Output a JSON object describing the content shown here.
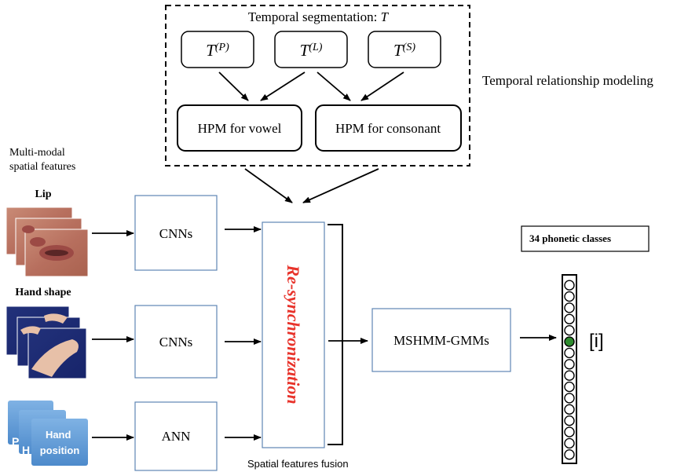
{
  "temporal_block": {
    "title": "Temporal segmentation: T",
    "seg_p": "T(P)",
    "seg_l": "T(L)",
    "seg_s": "T(S)",
    "hpm_vowel": "HPM for vowel",
    "hpm_consonant": "HPM for consonant",
    "side_label": "Temporal relationship modeling"
  },
  "inputs": {
    "header": "Multi-modal\nspatial features",
    "lip_label": "Lip",
    "hand_shape_label": "Hand shape",
    "hand_position_text": "Hand\nposition"
  },
  "processing": {
    "cnn_lip": "CNNs",
    "cnn_hand": "CNNs",
    "ann": "ANN",
    "resync": "Re-synchronization",
    "fusion_label": "Spatial features fusion",
    "mshmm": "MSHMM-GMMs"
  },
  "output": {
    "classes_label": "34 phonetic classes",
    "phoneme": "[i]",
    "total_slots": 16,
    "active_slot": 5
  },
  "colors": {
    "resync_text": "#e8332b",
    "box_border": "#5f86b3",
    "active_circle": "#2e8b2e",
    "card_blue": "#5b9bd5"
  }
}
